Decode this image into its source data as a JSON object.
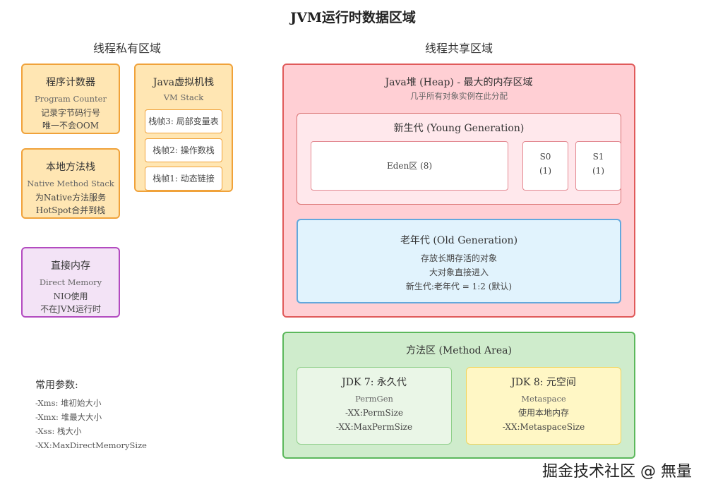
{
  "title": "JVM运行时数据区域",
  "private_area": {
    "heading": "线程私有区域",
    "program_counter": {
      "title": "程序计数器",
      "subtitle": "Program Counter",
      "lines": [
        "记录字节码行号",
        "唯一不会OOM"
      ]
    },
    "vm_stack": {
      "title": "Java虚拟机栈",
      "subtitle": "VM Stack",
      "frames": [
        "栈帧3: 局部变量表",
        "栈帧2: 操作数栈",
        "栈帧1: 动态链接"
      ]
    },
    "native_stack": {
      "title": "本地方法栈",
      "subtitle": "Native Method Stack",
      "lines": [
        "为Native方法服务",
        "HotSpot合并到栈"
      ]
    },
    "direct_memory": {
      "title": "直接内存",
      "subtitle": "Direct Memory",
      "lines": [
        "NIO使用",
        "不在JVM运行时"
      ]
    }
  },
  "params": {
    "heading": "常用参数:",
    "items": [
      "-Xms: 堆初始大小",
      "-Xmx: 堆最大大小",
      "-Xss: 栈大小",
      "-XX:MaxDirectMemorySize"
    ]
  },
  "shared_area": {
    "heading": "线程共享区域",
    "heap": {
      "title": "Java堆 (Heap) - 最大的内存区域",
      "subtitle": "几乎所有对象实例在此分配",
      "young": {
        "title": "新生代 (Young Generation)",
        "eden": "Eden区 (8)",
        "s0": {
          "name": "S0",
          "value": "(1)"
        },
        "s1": {
          "name": "S1",
          "value": "(1)"
        }
      },
      "old": {
        "title": "老年代 (Old Generation)",
        "lines": [
          "存放长期存活的对象",
          "大对象直接进入",
          "新生代:老年代 = 1:2 (默认)"
        ]
      }
    },
    "method_area": {
      "title": "方法区 (Method Area)",
      "jdk7": {
        "title": "JDK 7: 永久代",
        "subtitle": "PermGen",
        "lines": [
          "-XX:PermSize",
          "-XX:MaxPermSize"
        ]
      },
      "jdk8": {
        "title": "JDK 8: 元空间",
        "subtitle": "Metaspace",
        "lines": [
          "使用本地内存",
          "-XX:MetaspaceSize"
        ]
      }
    }
  },
  "watermark": "掘金技术社区 @ 無量"
}
